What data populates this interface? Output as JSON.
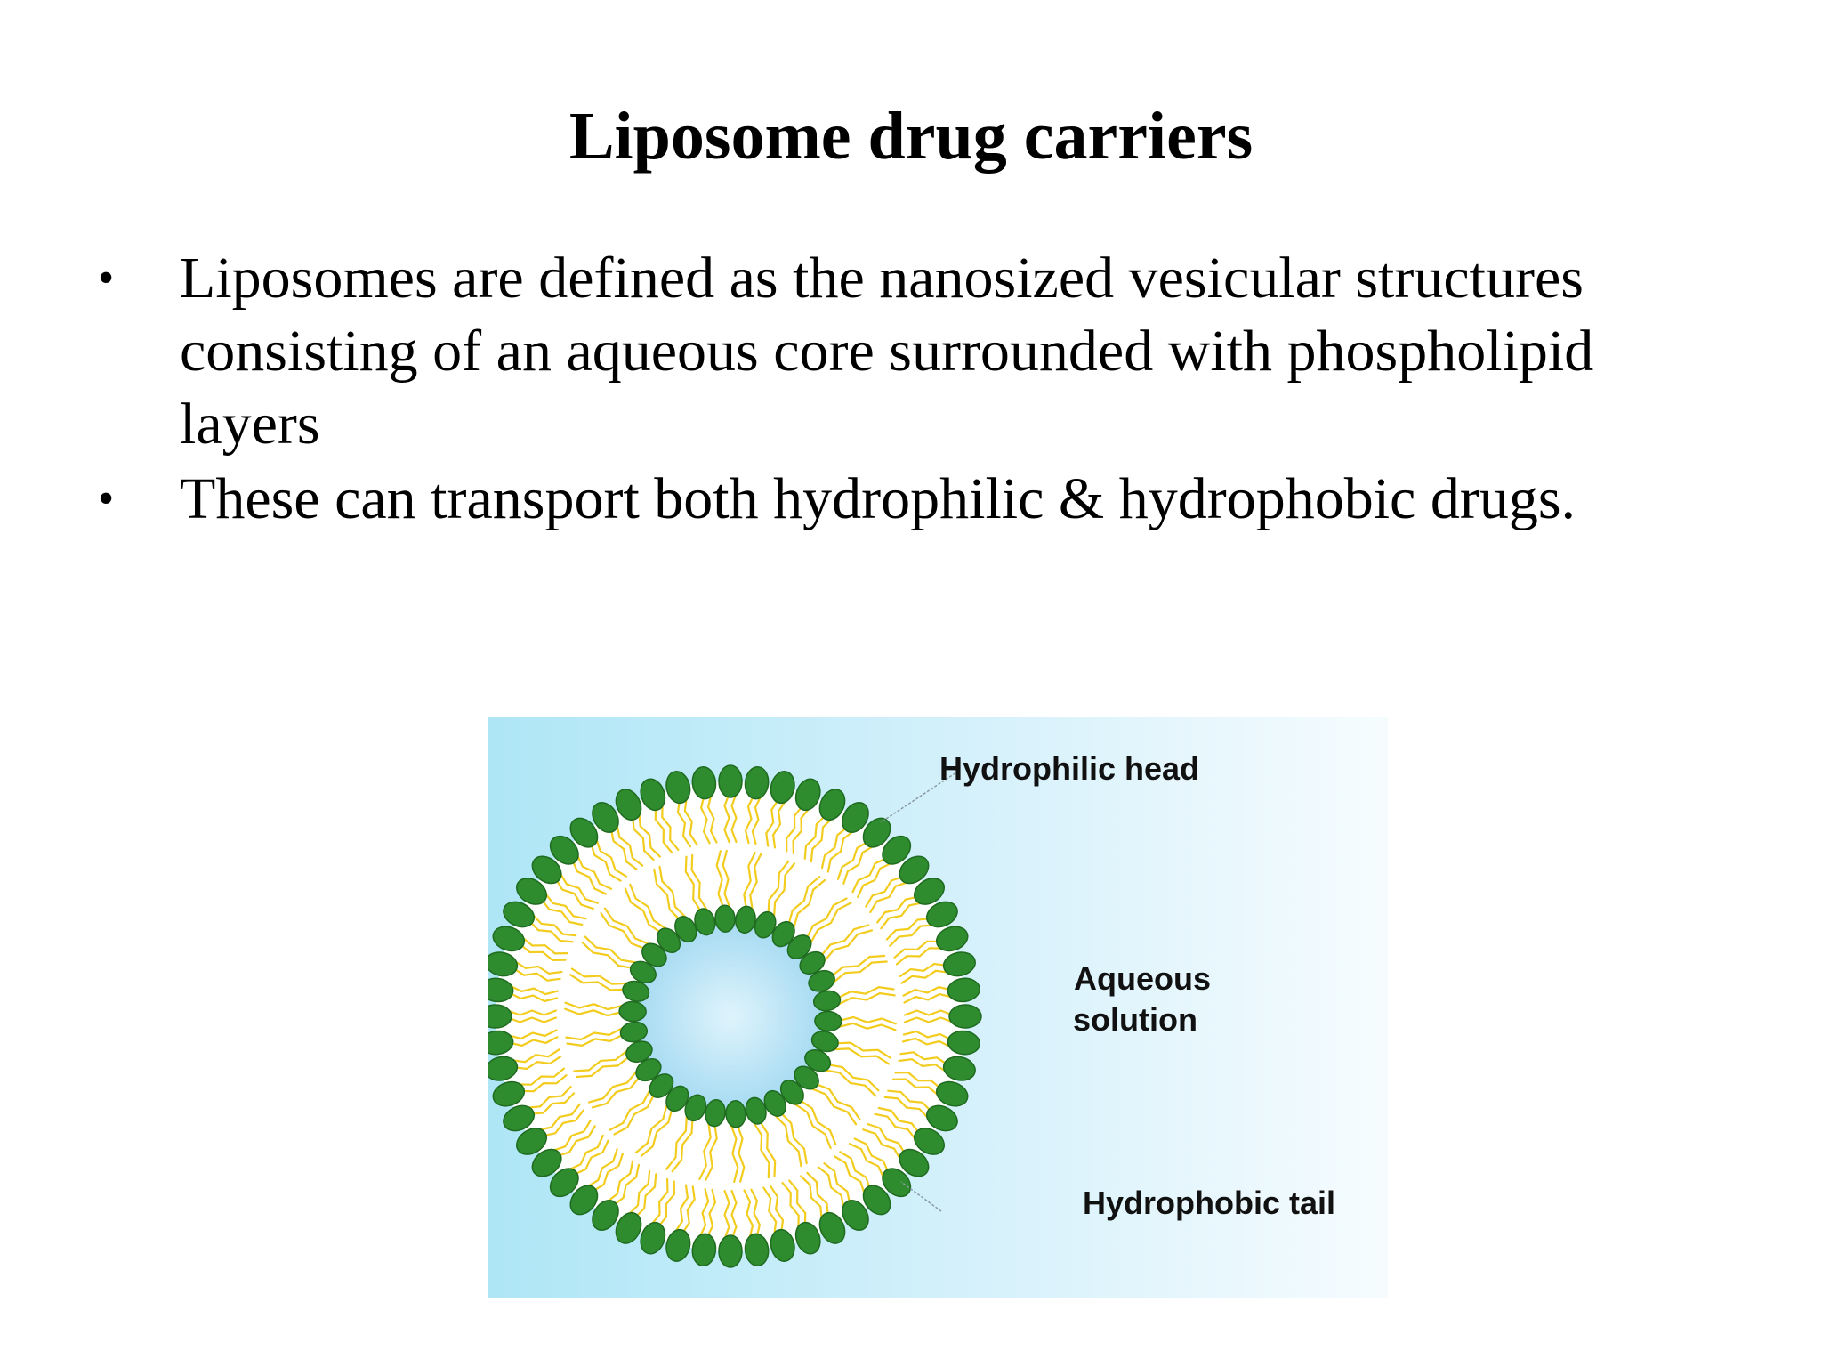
{
  "slide": {
    "title": "Liposome drug carriers",
    "bullets": [
      "Liposomes are defined as the nanosized vesicular structures consisting of an aqueous core surrounded with phospholipid layers",
      "These can transport both hydrophilic & hydrophobic drugs."
    ],
    "bullet_symbol": "•"
  },
  "diagram": {
    "labels": {
      "head": "Hydrophilic head",
      "aqueous_line1": "Aqueous",
      "aqueous_line2": "solution",
      "tail": "Hydrophobic tail"
    },
    "colors": {
      "head": "#2e8b2e",
      "head_dark": "#1f6b1f",
      "tail": "#f2cc1f",
      "background_light": "#e9f7fc",
      "background_blue": "#b6e9f7",
      "core_blue": "#a9dcf3"
    }
  }
}
